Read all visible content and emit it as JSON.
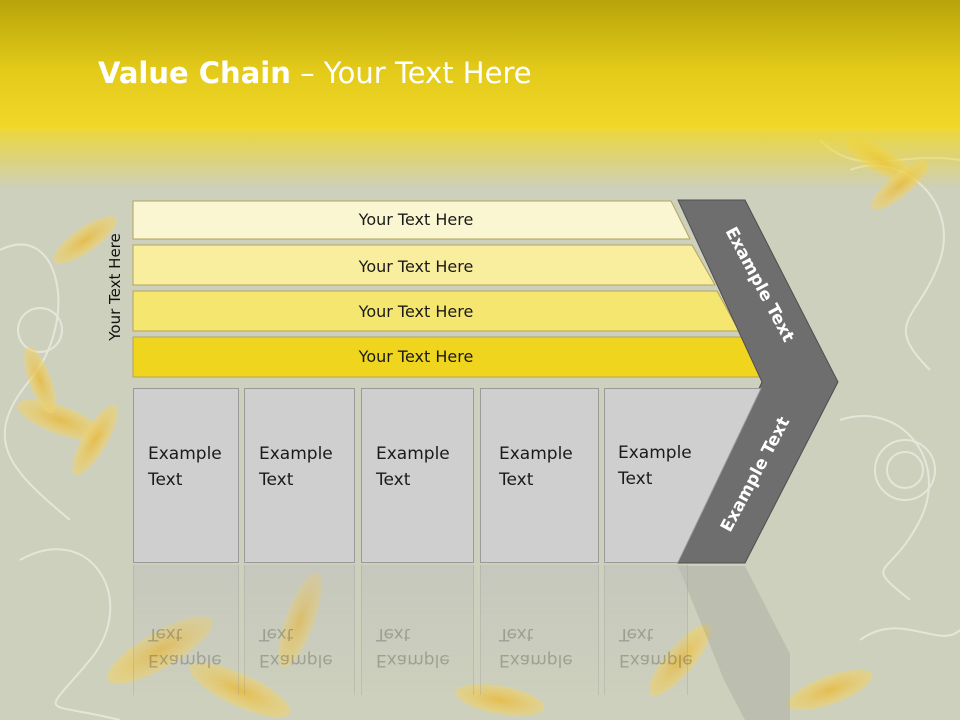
{
  "title": {
    "bold": "Value Chain",
    "rest": " – Your Text Here"
  },
  "side_label": "Your Text Here",
  "bars": [
    {
      "label": "Your Text Here",
      "color": "#fbf6d2"
    },
    {
      "label": "Your Text Here",
      "color": "#f9ee9e"
    },
    {
      "label": "Your Text Here",
      "color": "#f5e670"
    },
    {
      "label": "Your Text Here",
      "color": "#f0d51e"
    }
  ],
  "cards": [
    {
      "line1": "Example",
      "line2": "Text"
    },
    {
      "line1": "Example",
      "line2": "Text"
    },
    {
      "line1": "Example",
      "line2": "Text"
    },
    {
      "line1": "Example",
      "line2": "Text"
    },
    {
      "line1": "Example",
      "line2": "Text"
    }
  ],
  "chevron": {
    "upper_label": "Example Text",
    "lower_label": "Example Text",
    "color": "#6e6e6e"
  },
  "colors": {
    "header": "#e4cb1a",
    "card": "#cfcfcf"
  }
}
